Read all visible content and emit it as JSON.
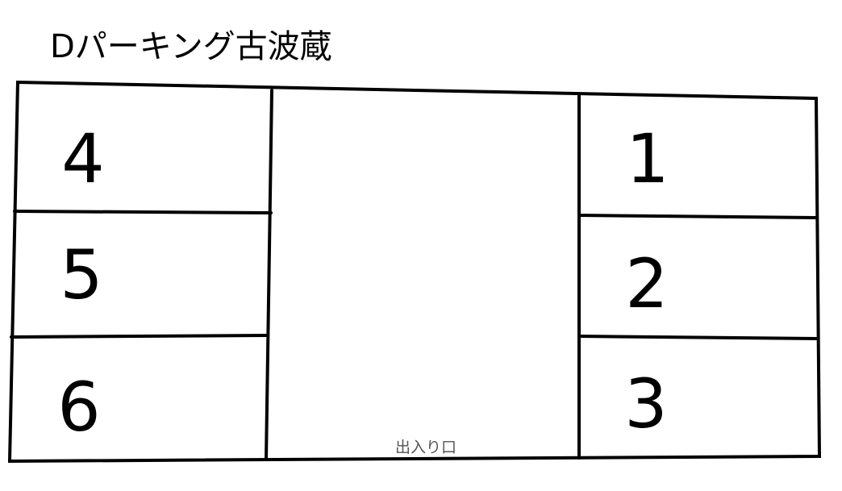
{
  "title": "Dパーキング古波蔵",
  "entrance_label": "出入り口",
  "spaces": [
    {
      "number": "4",
      "side": "left"
    },
    {
      "number": "5",
      "side": "left"
    },
    {
      "number": "6",
      "side": "left"
    },
    {
      "number": "1",
      "side": "right"
    },
    {
      "number": "2",
      "side": "right"
    },
    {
      "number": "3",
      "side": "right"
    }
  ],
  "colors": {
    "lines": "#000000",
    "background": "#ffffff",
    "entrance_text": "#555555"
  }
}
